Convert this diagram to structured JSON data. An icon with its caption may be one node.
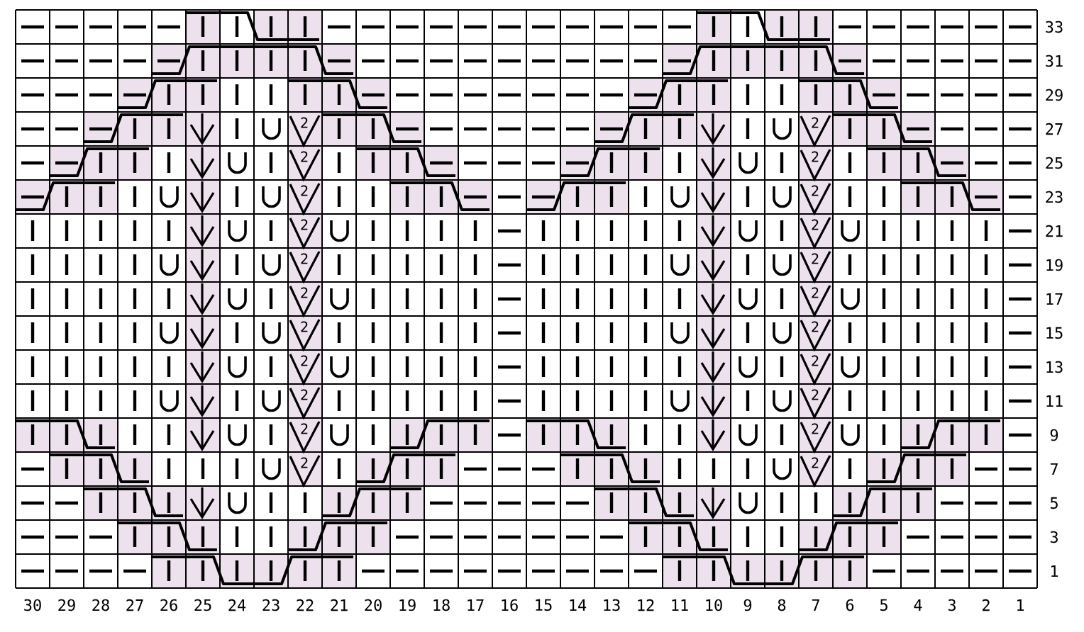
{
  "diagram": {
    "labels": [
      "33",
      "31",
      "29",
      "2",
      "2",
      "27",
      "2",
      "2",
      "25",
      "2",
      "2",
      "23",
      "2",
      "2",
      "21",
      "2",
      "2",
      "19",
      "2",
      "2",
      "17",
      "2",
      "2",
      "15",
      "2",
      "2",
      "13",
      "2",
      "2",
      "11",
      "2",
      "2",
      "9",
      "2",
      "2",
      "7",
      "5",
      "3",
      "1",
      "30",
      "29",
      "28",
      "27",
      "26",
      "25",
      "24",
      "23",
      "22",
      "21",
      "20",
      "19",
      "18",
      "17",
      "16",
      "15",
      "14",
      "13",
      "12",
      "11",
      "10",
      "9",
      "8",
      "7",
      "6",
      "5",
      "4",
      "3",
      "2",
      "1"
    ]
  }
}
